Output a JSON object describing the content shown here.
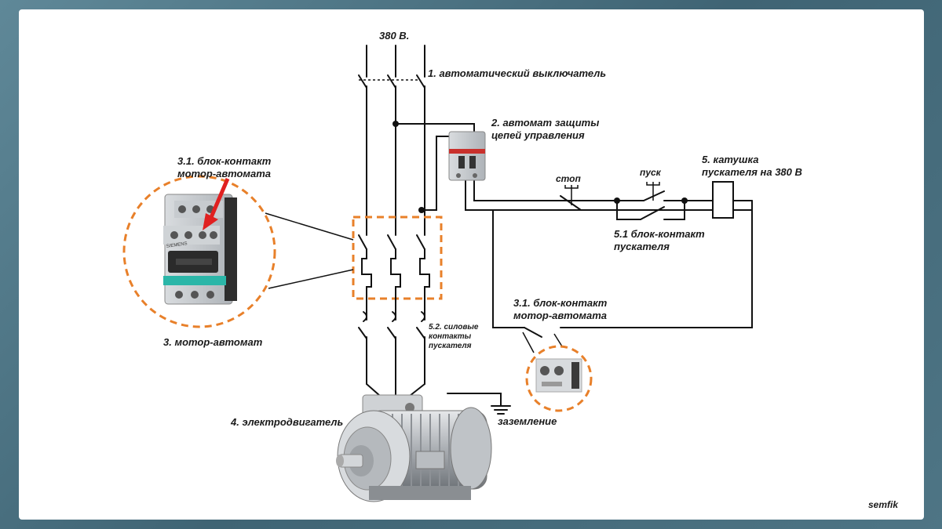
{
  "diagram": {
    "supply_label": "380 В.",
    "labels": {
      "breaker": "1. автоматический выключатель",
      "control_breaker_l1": "2. автомат защиты",
      "control_breaker_l2": "цепей управления",
      "stop": "стоп",
      "start": "пуск",
      "coil_l1": "5. катушка",
      "coil_l2": "пускателя на 380 В",
      "aux_contact_l1": "5.1 блок-контакт",
      "aux_contact_l2": "пускателя",
      "inset_callout_l1": "3.1.  блок-контакт",
      "inset_callout_l2": "мотор-автомата",
      "motor_breaker": "3. мотор-автомат",
      "mb_aux_l1": "3.1. блок-контакт",
      "mb_aux_l2": "мотор-автомата",
      "power_contacts_l1": "5.2. силовые",
      "power_contacts_l2": "контакты",
      "power_contacts_l3": "пускателя",
      "motor": "4. электродвигатель",
      "ground": "заземление"
    },
    "device_text": {
      "brand": "SIEMENS"
    },
    "watermark": "semfik"
  }
}
